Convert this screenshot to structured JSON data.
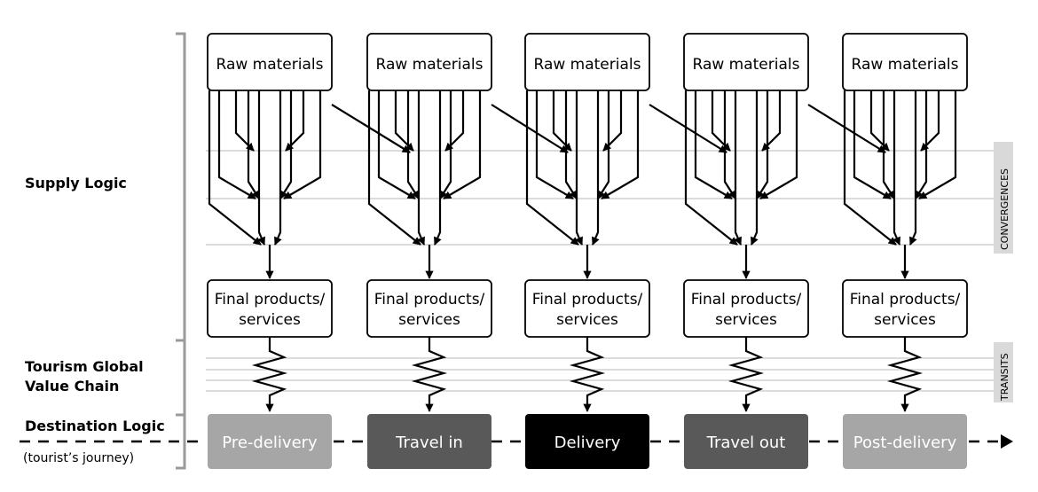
{
  "sections": {
    "supply_logic": "Supply Logic",
    "tourism_gvc_line1": "Tourism Global",
    "tourism_gvc_line2": "Value Chain",
    "destination_logic": "Destination Logic",
    "journey_note": "(tourist’s journey)"
  },
  "tags": {
    "convergences": "CONVERGENCES",
    "transits": "TRANSITS"
  },
  "columns": [
    {
      "raw": "Raw materials",
      "final_line1": "Final products/",
      "final_line2": "services",
      "phase": "Pre-delivery",
      "phase_color": "#a6a6a6"
    },
    {
      "raw": "Raw materials",
      "final_line1": "Final products/",
      "final_line2": "services",
      "phase": "Travel in",
      "phase_color": "#595959"
    },
    {
      "raw": "Raw materials",
      "final_line1": "Final products/",
      "final_line2": "services",
      "phase": "Delivery",
      "phase_color": "#000000"
    },
    {
      "raw": "Raw materials",
      "final_line1": "Final products/",
      "final_line2": "services",
      "phase": "Travel out",
      "phase_color": "#595959"
    },
    {
      "raw": "Raw materials",
      "final_line1": "Final products/",
      "final_line2": "services",
      "phase": "Post-delivery",
      "phase_color": "#a6a6a6"
    }
  ]
}
